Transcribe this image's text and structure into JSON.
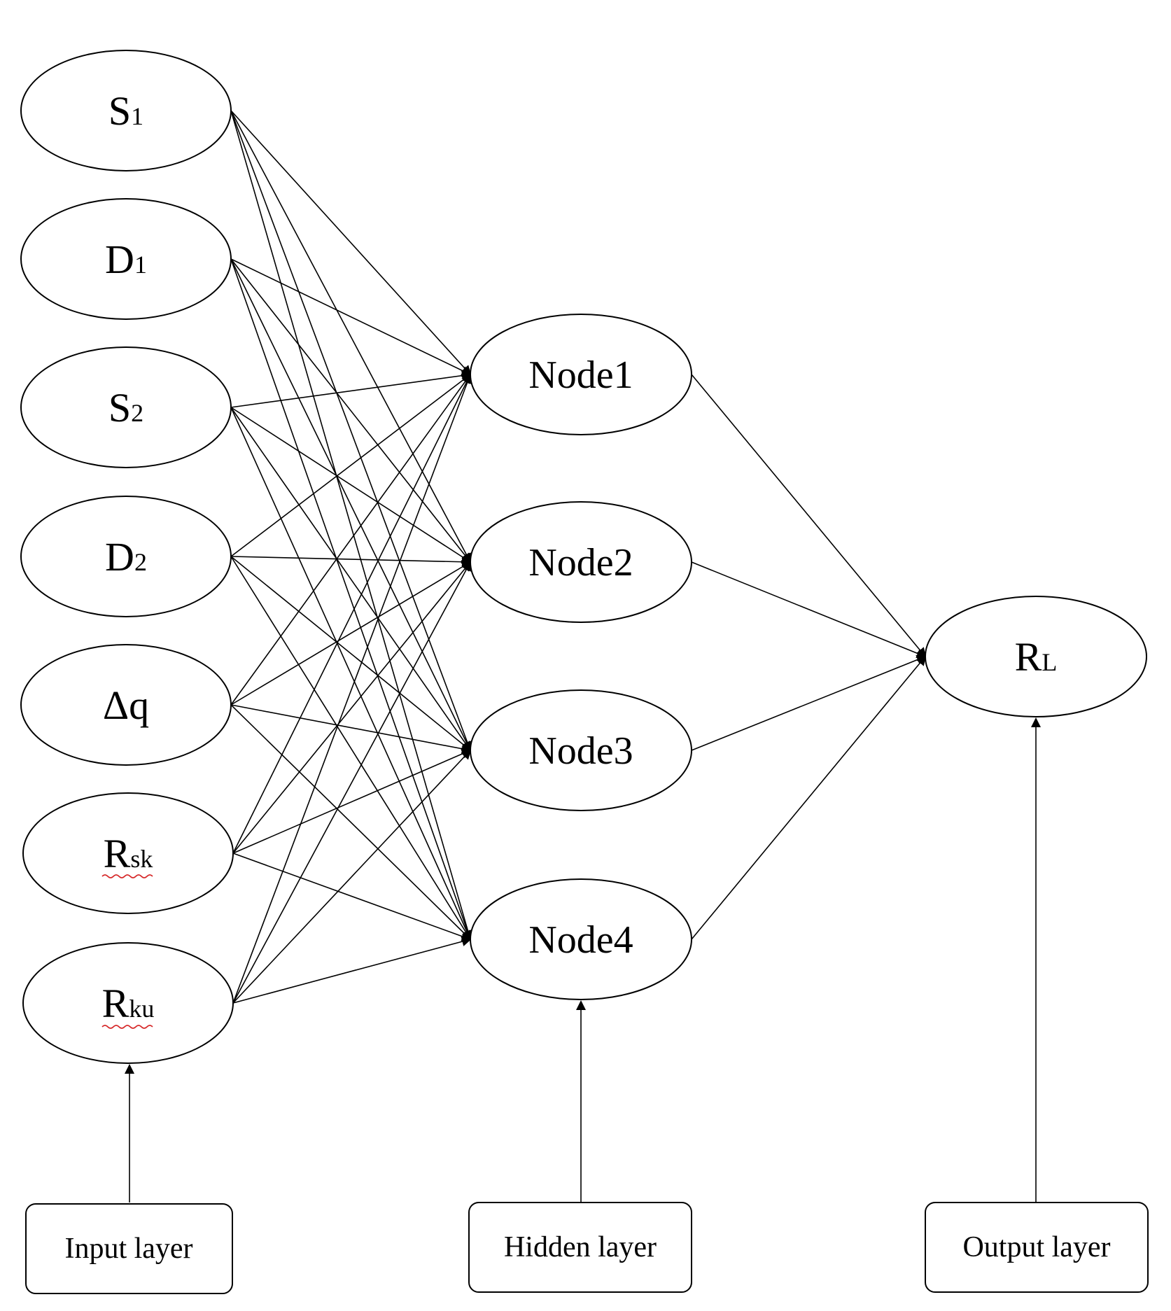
{
  "input_nodes": [
    {
      "main": "S",
      "sub": "1"
    },
    {
      "main": "D",
      "sub": "1"
    },
    {
      "main": "S",
      "sub": "2"
    },
    {
      "main": "D",
      "sub": "2"
    },
    {
      "main": "Δq",
      "sub": ""
    },
    {
      "main": "R",
      "sub": "sk"
    },
    {
      "main": "R",
      "sub": "ku"
    }
  ],
  "hidden_nodes": [
    "Node1",
    "Node2",
    "Node3",
    "Node4"
  ],
  "output_node": {
    "main": "R",
    "sub": "L"
  },
  "layer_labels": {
    "input": "Input layer",
    "hidden": "Hidden layer",
    "output": "Output layer"
  }
}
